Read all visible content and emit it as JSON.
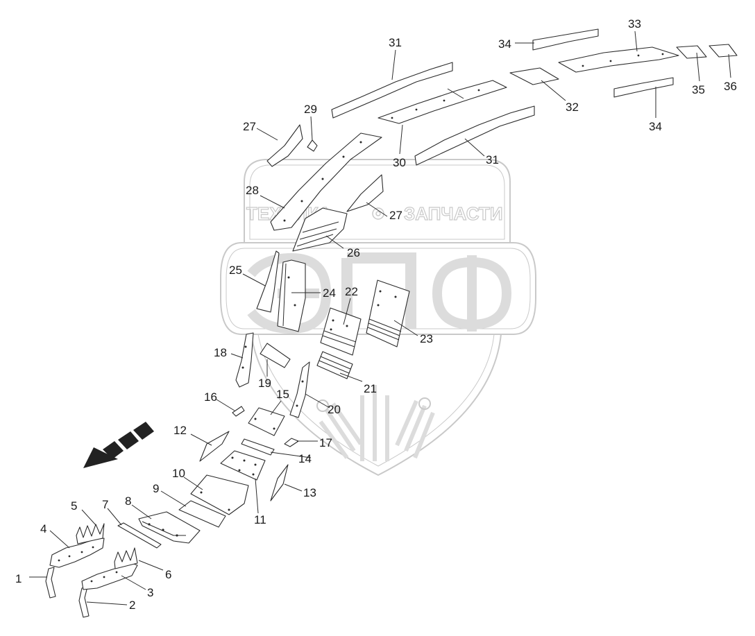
{
  "watermark": {
    "left_text": "ТЕХНИКА",
    "right_text": "ЗАПЧАСТИ",
    "letters": [
      "Э",
      "П",
      "Ф"
    ],
    "color": "#c9c9c9"
  },
  "callouts": [
    "1",
    "2",
    "3",
    "4",
    "5",
    "6",
    "7",
    "8",
    "9",
    "10",
    "11",
    "12",
    "13",
    "14",
    "15",
    "16",
    "17",
    "18",
    "19",
    "20",
    "21",
    "22",
    "23",
    "24",
    "25",
    "26",
    "27",
    "27",
    "28",
    "29",
    "30",
    "31",
    "31",
    "32",
    "33",
    "34",
    "34",
    "35",
    "36"
  ],
  "colors": {
    "line": "#2a2a2a",
    "watermark": "#c9c9c9",
    "background": "#ffffff"
  },
  "direction_arrow": "arrow-left-down-icon"
}
